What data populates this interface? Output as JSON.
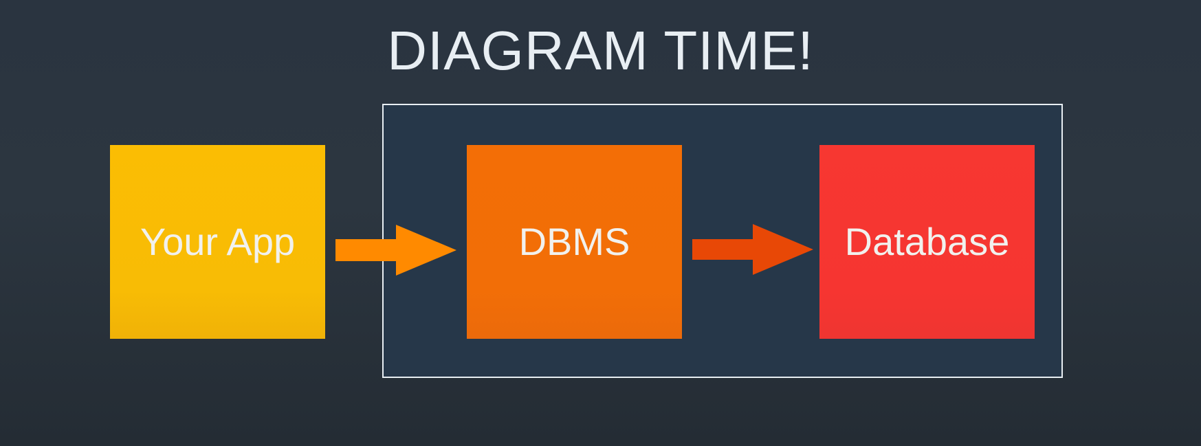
{
  "title": "DIAGRAM TIME!",
  "nodes": [
    {
      "id": "app",
      "label": "Your App",
      "color": "#fbbd03"
    },
    {
      "id": "dbms",
      "label": "DBMS",
      "color": "#f36e06"
    },
    {
      "id": "db",
      "label": "Database",
      "color": "#f73731"
    }
  ],
  "edges": [
    {
      "from": "app",
      "to": "dbms",
      "color": "#ff8a00"
    },
    {
      "from": "dbms",
      "to": "db",
      "color": "#e84806"
    }
  ],
  "colors": {
    "background": "#2a3440",
    "frame_fill": "#263749",
    "frame_border": "#e8eef3",
    "text": "#f1f1ee"
  }
}
